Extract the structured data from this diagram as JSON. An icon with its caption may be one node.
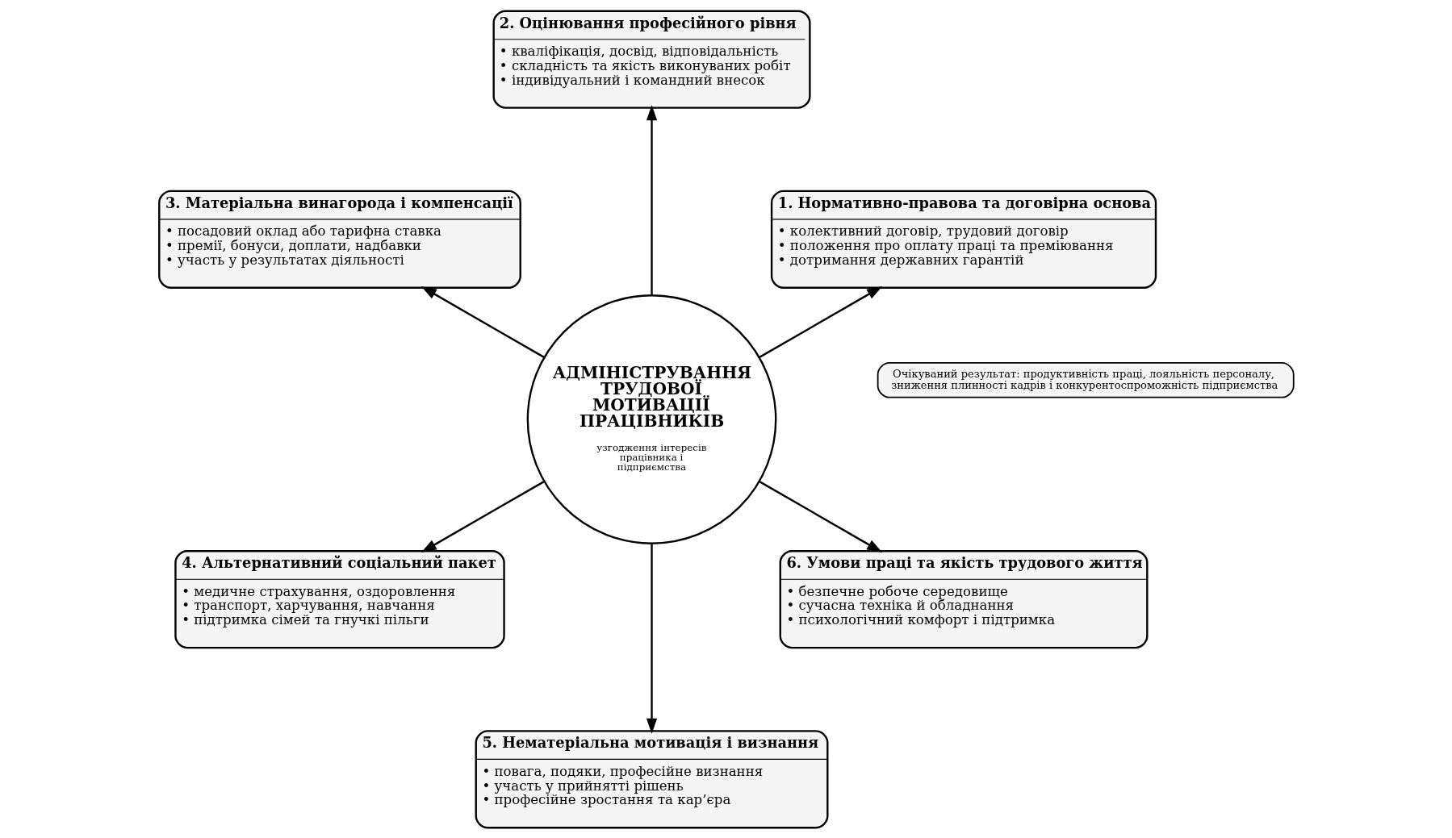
{
  "diagram": {
    "nodes": [
      {
        "text": [
          "АДМІНІСТРУВАННЯ ТРУДОВОЇ МОТИВАЦІЇ ПРАЦІВНИКІВ",
          "узгодження інтересів працівника і підприємства"
        ]
      },
      {
        "text": [
          "1. Нормативно-правова та договірна основа",
          "• колективний договір, трудовий договір",
          "• положення про оплату праці та преміювання",
          "• дотримання державних гарантій"
        ]
      },
      {
        "text": [
          "2. Оцінювання професійного рівня",
          "• кваліфікація, досвід, відповідальність",
          "• складність та якість виконуваних робіт",
          "• індивідуальний і командний внесок"
        ]
      },
      {
        "text": [
          "3. Матеріальна винагорода і компенсації",
          "• посадовий оклад або тарифна ставка",
          "• премії, бонуси, доплати, надбавки",
          "• участь у результатах діяльності"
        ]
      },
      {
        "text": [
          "4. Альтернативний соціальний пакет",
          "• медичне страхування, оздоровлення",
          "• транспорт, харчування, навчання",
          "• підтримка сімей та гнучкі пільги"
        ]
      },
      {
        "text": [
          "5. Нематеріальна мотивація і визнання",
          "• повага, подяки, професійне визнання",
          "• участь у прийнятті рішень",
          "• професійне зростання та кар’єра"
        ]
      },
      {
        "text": [
          "6. Умови праці та якість трудового життя",
          "• безпечне робоче середовище",
          "• сучасна техніка й обладнання",
          "• психологічний комфорт і підтримка"
        ]
      },
      {
        "text": [
          "Очікуваний результат: продуктивність праці, лояльність персоналу, зниження плинності кадрів і конкурентоспроможність підприємства"
        ]
      }
    ],
    "edges": [
      {
        "from": 0,
        "to": 1,
        "arrow": "to"
      },
      {
        "from": 0,
        "to": 2,
        "arrow": "to"
      },
      {
        "from": 0,
        "to": 3,
        "arrow": "to"
      },
      {
        "from": 0,
        "to": 4,
        "arrow": "to"
      },
      {
        "from": 0,
        "to": 5,
        "arrow": "to"
      },
      {
        "from": 0,
        "to": 6,
        "arrow": "to"
      }
    ]
  }
}
